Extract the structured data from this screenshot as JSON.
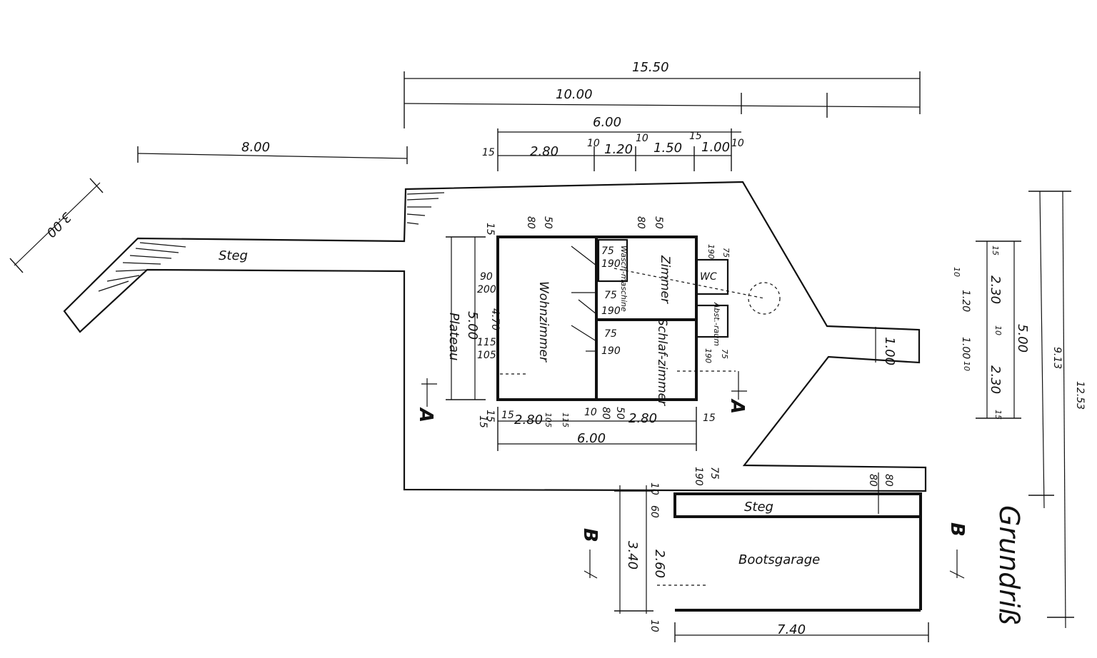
{
  "drawing": {
    "title": "Grundriß",
    "labels": {
      "steg_top": "Steg",
      "steg_bottom": "Steg",
      "plateau": "Plateau",
      "bootsgarage": "Bootsgarage",
      "wohnzimmer": "Wohnzimmer",
      "zimmer": "Zimmer",
      "schlafzimmer": "Schlaf-zimmer",
      "wc": "WC",
      "waschmaschine": "Wasch-maschine",
      "abstellraum": "Abst.-raum"
    },
    "section_marks": {
      "a_left": "A",
      "a_right": "A",
      "b_left": "B",
      "b_right": "B"
    },
    "dimensions": {
      "top_total": "15.50",
      "top_10": "10.00",
      "top_6": "6.00",
      "steg_8": "8.00",
      "steg_3": "3.00",
      "t15": "15",
      "t280": "2.80",
      "t10a": "10",
      "t120": "1.20",
      "t10b": "10",
      "t150": "1.50",
      "t15b": "15",
      "t100": "1.00",
      "t10c": "10",
      "bottom_6": "6.00",
      "b15a": "15",
      "b15b": "15",
      "b280a": "2.80",
      "b105": "105",
      "b115": "115",
      "b10": "10",
      "b80": "80",
      "b50": "50",
      "b280b": "2.80",
      "b15c": "15",
      "left_500": "5.00",
      "left_470": "4.70",
      "left_15": "15",
      "left_15b": "15",
      "w90": "90",
      "w200": "200",
      "w115": "115",
      "w105": "105",
      "d80a": "80",
      "d50a": "50",
      "d80b": "80",
      "d50b": "50",
      "door75a": "75",
      "door190a": "190",
      "door75b": "75",
      "door190b": "190",
      "door75c": "75",
      "door190c": "190",
      "door75d": "75",
      "door190d": "190",
      "door75e": "75",
      "door190e": "190",
      "door75f": "75",
      "door190f": "190",
      "r500": "5.00",
      "r230a": "2.30",
      "r120": "1.20",
      "r100": "1.00",
      "r230b": "2.30",
      "r10a": "10",
      "r10b": "10",
      "r10c": "10",
      "r15a": "15",
      "r15b": "15",
      "r913": "9.13",
      "r1253": "12.53",
      "ramp_100": "1.00",
      "g740": "7.40",
      "g340": "3.40",
      "g260": "2.60",
      "g60": "60",
      "g10a": "10",
      "g10b": "10",
      "g80a": "80",
      "g80b": "80"
    }
  }
}
